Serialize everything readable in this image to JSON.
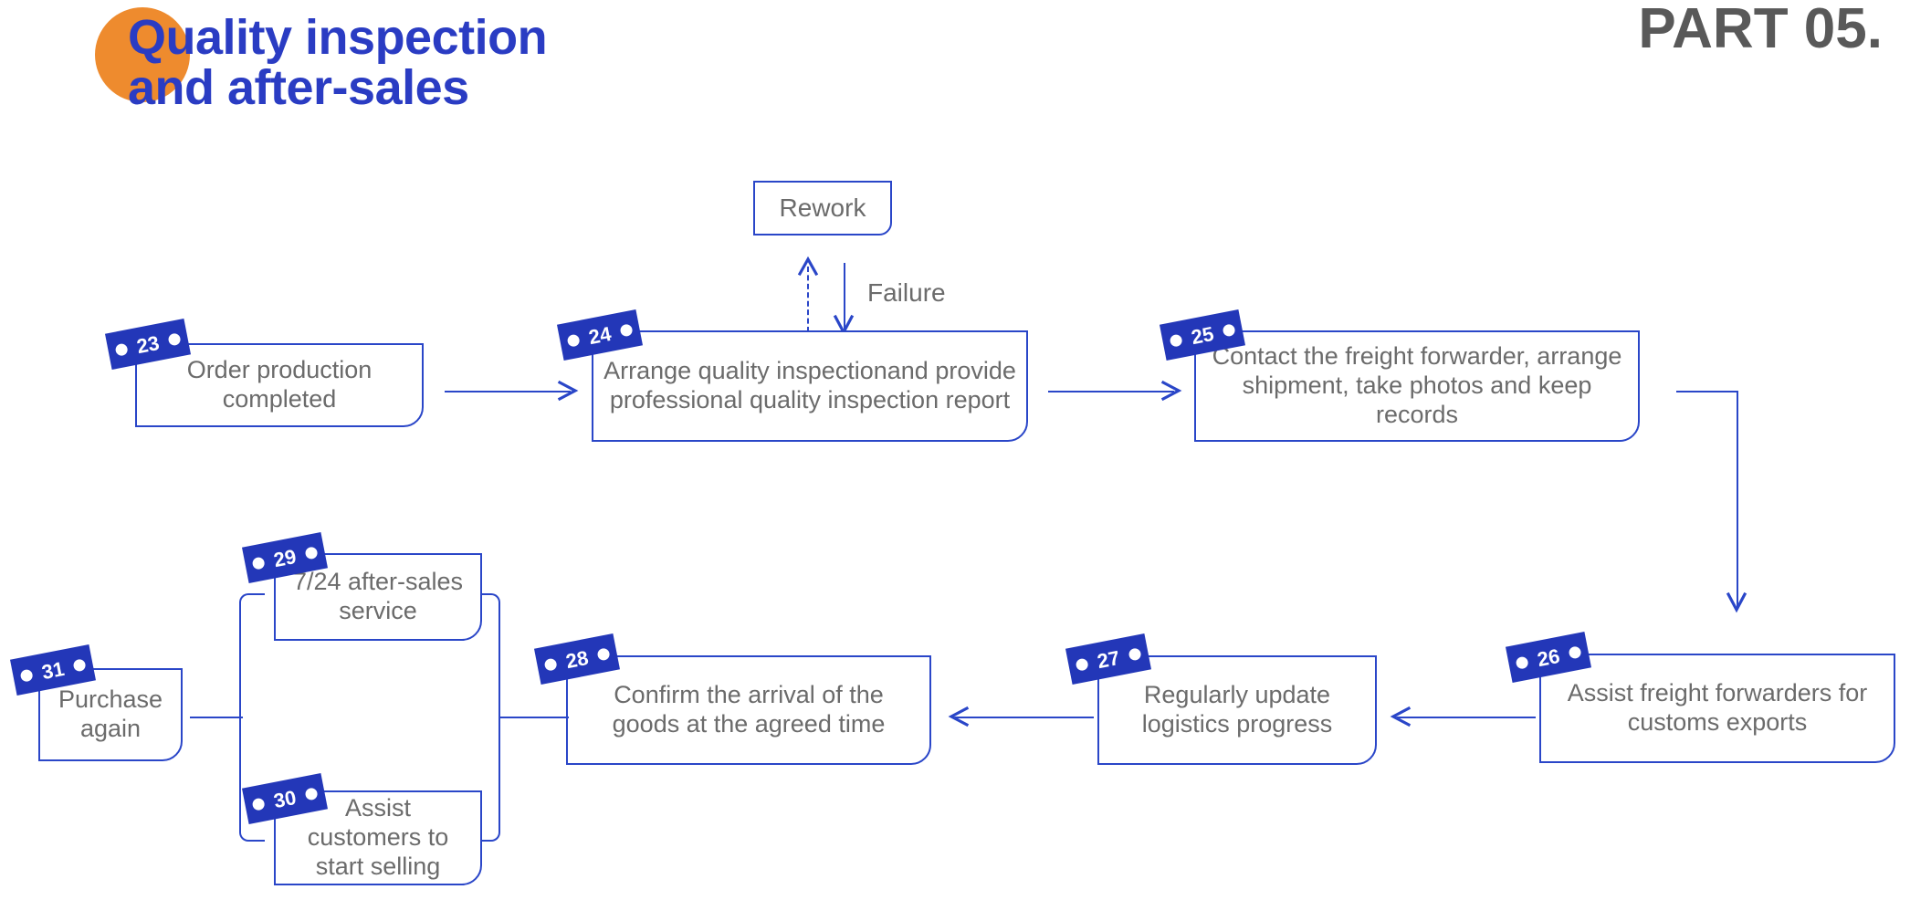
{
  "header": {
    "title": "Quality inspection\nand after-sales",
    "part_label": "PART 05.",
    "title_color": "#2a3cc3",
    "accent_color": "#ee8b2e",
    "part_color": "#595959"
  },
  "theme": {
    "line_color": "#2a46c8",
    "badge_color": "#2337b8",
    "node_text_color": "#6b6b6b",
    "background": "#ffffff"
  },
  "diagram": {
    "type": "flowchart",
    "nodes": [
      {
        "id": "rework",
        "badge": null,
        "label": "Rework"
      },
      {
        "id": "n23",
        "badge": "23",
        "label": "Order production completed"
      },
      {
        "id": "n24",
        "badge": "24",
        "label": "Arrange quality inspectionand provide professional quality inspection report"
      },
      {
        "id": "n25",
        "badge": "25",
        "label": "Contact the freight forwarder, arrange shipment, take photos and keep records"
      },
      {
        "id": "n26",
        "badge": "26",
        "label": "Assist freight forwarders for customs exports"
      },
      {
        "id": "n27",
        "badge": "27",
        "label": "Regularly update logistics progress"
      },
      {
        "id": "n28",
        "badge": "28",
        "label": "Confirm the arrival of the goods at the agreed time"
      },
      {
        "id": "n29",
        "badge": "29",
        "label": "7/24 after-sales service"
      },
      {
        "id": "n30",
        "badge": "30",
        "label": "Assist customers to start selling"
      },
      {
        "id": "n31",
        "badge": "31",
        "label": "Purchase again"
      }
    ],
    "edge_labels": [
      {
        "id": "failure",
        "text": "Failure"
      }
    ],
    "edges": [
      {
        "from": "n23",
        "to": "n24",
        "style": "solid",
        "direction": "right"
      },
      {
        "from": "n24",
        "to": "rework",
        "style": "solid",
        "direction": "up-down",
        "label": "Failure"
      },
      {
        "from": "rework",
        "to": "n24",
        "style": "dashed",
        "direction": "up"
      },
      {
        "from": "n24",
        "to": "n25",
        "style": "solid",
        "direction": "right"
      },
      {
        "from": "n25",
        "to": "n26",
        "style": "solid",
        "direction": "down"
      },
      {
        "from": "n26",
        "to": "n27",
        "style": "solid",
        "direction": "left"
      },
      {
        "from": "n27",
        "to": "n28",
        "style": "solid",
        "direction": "left"
      },
      {
        "from": "n28",
        "to": "group2930",
        "style": "solid",
        "direction": "left"
      },
      {
        "from": "group2930",
        "to": "n31",
        "style": "solid",
        "direction": "left"
      }
    ]
  }
}
